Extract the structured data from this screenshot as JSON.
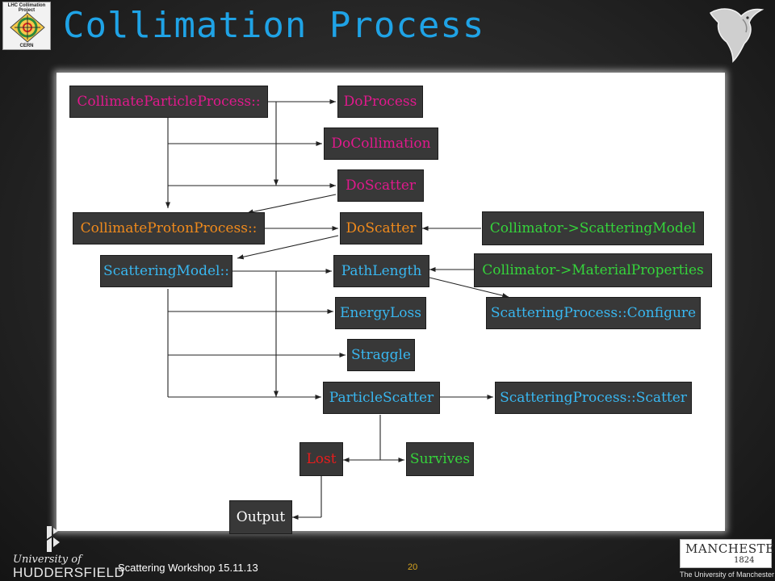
{
  "title": "Collimation Process",
  "lhc_logo": {
    "top_text": "LHC Collimation Project",
    "bottom_text": "CERN"
  },
  "nodes": {
    "collimate_particle_process": "CollimateParticleProcess::",
    "do_process": "DoProcess",
    "do_collimation": "DoCollimation",
    "do_scatter_1": "DoScatter",
    "collimate_proton_process": "CollimateProtonProcess::",
    "do_scatter_2": "DoScatter",
    "collimator_scattering_model": "Collimator->ScatteringModel",
    "scattering_model": "ScatteringModel::",
    "path_length": "PathLength",
    "collimator_material_properties": "Collimator->MaterialProperties",
    "energy_loss": "EnergyLoss",
    "scattering_process_configure": "ScatteringProcess::Configure",
    "straggle": "Straggle",
    "particle_scatter": "ParticleScatter",
    "scattering_process_scatter": "ScatteringProcess::Scatter",
    "lost": "Lost",
    "survives": "Survives",
    "output": "Output"
  },
  "colors": {
    "title": "#1fa3e6",
    "magenta": "#e0198c",
    "orange": "#f08a1c",
    "cyan": "#39b7f0",
    "green": "#35d43b",
    "red": "#e81c1c",
    "node_bg": "#383838"
  },
  "footer": {
    "huddersfield_line1": "University of",
    "huddersfield_line2": "HUDDERSFIELD",
    "event": "Scattering Workshop 15.11.13",
    "page": "20",
    "manchester_name": "MANCHESTER",
    "manchester_year": "1824",
    "manchester_sub": "The University of Manchester"
  },
  "icons": [
    "lhc-collimation-logo",
    "bird-icon",
    "huddersfield-logo-mark",
    "manchester-logo"
  ]
}
